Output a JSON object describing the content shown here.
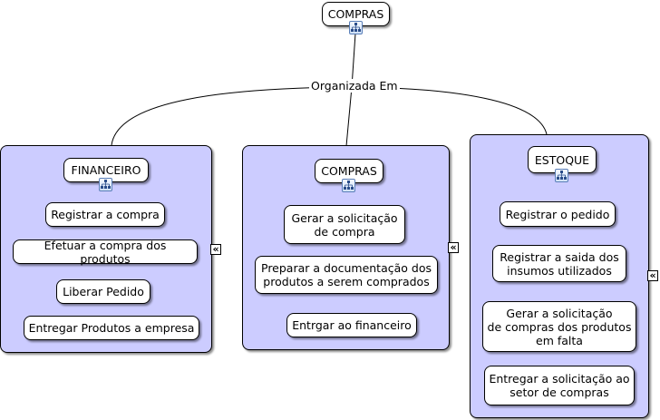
{
  "root": {
    "label": "COMPRAS"
  },
  "link": {
    "label": "Organizada Em"
  },
  "groups": [
    {
      "title": "FINANCEIRO",
      "items": [
        "Registrar a compra",
        "Efetuar a compra dos produtos",
        "Liberar Pedido",
        "Entregar Produtos a empresa"
      ]
    },
    {
      "title": "COMPRAS",
      "items": [
        "Gerar a solicitação\nde compra",
        "Preparar a documentação dos\nprodutos a serem comprados",
        "Entrgar ao financeiro"
      ]
    },
    {
      "title": "ESTOQUE",
      "items": [
        "Registrar o pedido",
        "Registrar a saida dos\ninsumos utilizados",
        "Gerar a solicitação\nde compras dos produtos\nem falta",
        "Entregar a solicitação ao\nsetor de compras"
      ]
    }
  ],
  "collapse_glyph": "«",
  "colors": {
    "group_fill": "#ccccff",
    "node_fill": "#ffffff",
    "line": "#000000"
  },
  "icons": {
    "submap": "concept-map-link-icon",
    "collapse": "collapse-arrows-icon"
  }
}
